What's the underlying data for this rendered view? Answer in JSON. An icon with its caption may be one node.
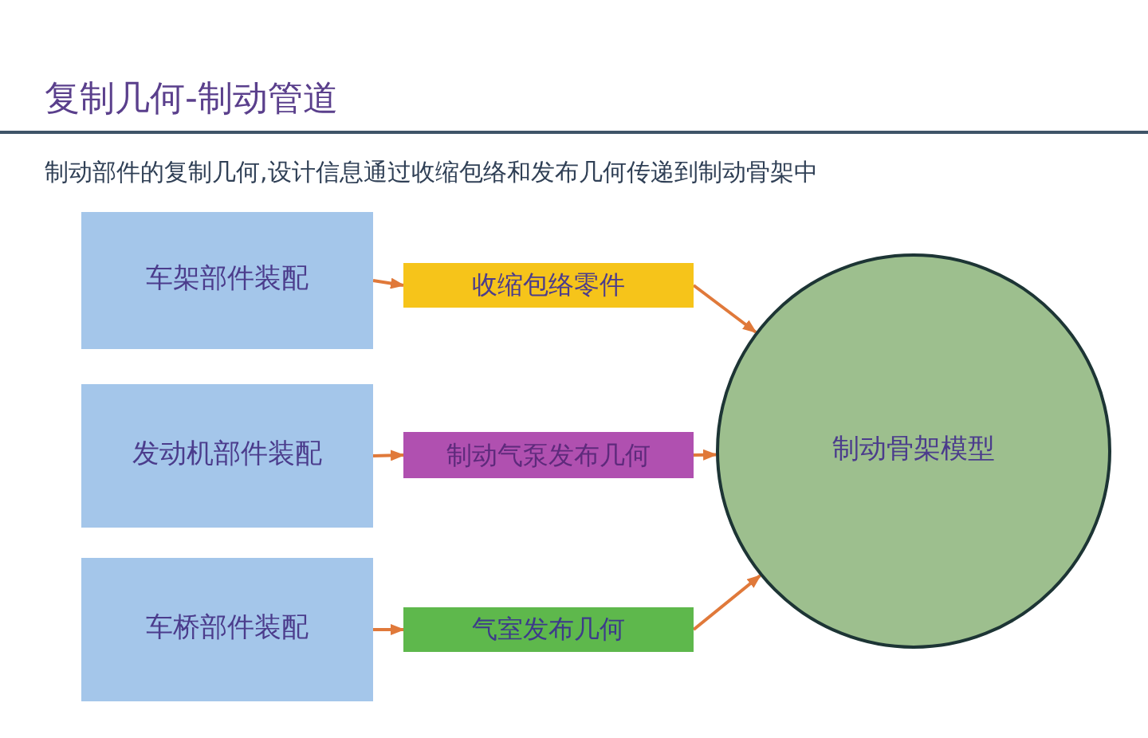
{
  "diagram": {
    "title": "复制几何-制动管道",
    "nodes": [
      {
        "text": [
          "车架部件装配"
        ]
      },
      {
        "text": [
          "收缩包络零件"
        ]
      },
      {
        "text": [
          "发动机部件装配"
        ]
      },
      {
        "text": [
          "制动气泵发布几何"
        ]
      },
      {
        "text": [
          "车桥部件装配"
        ]
      },
      {
        "text": [
          "气室发布几何"
        ]
      },
      {
        "text": [
          "制动骨架模型"
        ]
      }
    ],
    "edges": [
      {
        "from": 0,
        "to": 1,
        "arrow": "to"
      },
      {
        "from": 2,
        "to": 3,
        "arrow": "to"
      },
      {
        "from": 4,
        "to": 5,
        "arrow": "to"
      },
      {
        "from": 1,
        "to": 6,
        "arrow": "to"
      },
      {
        "from": 3,
        "to": 6,
        "arrow": "to"
      },
      {
        "from": 5,
        "to": 6,
        "arrow": "to"
      }
    ],
    "labels": [
      "制动部件的复制几何,设计信息通过收缩包络和发布几何传递到制动骨架中"
    ]
  }
}
